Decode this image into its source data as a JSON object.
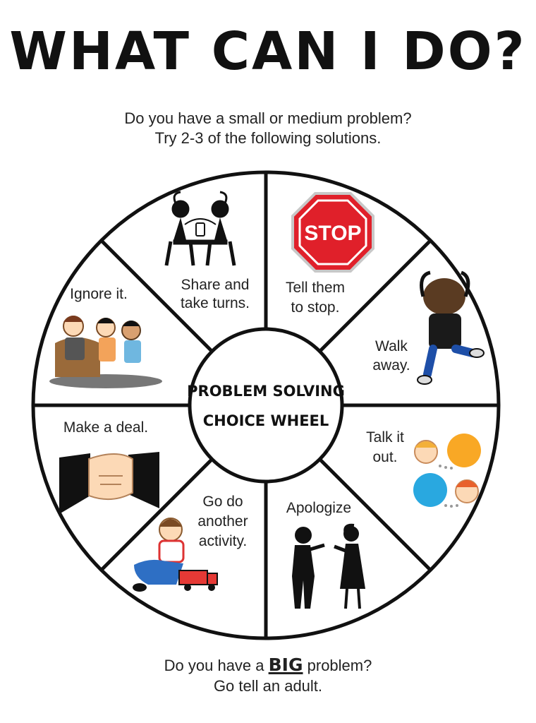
{
  "title": "WHAT CAN I DO?",
  "subtitle": [
    "Do you have a small or medium problem?",
    "Try 2-3 of the following solutions."
  ],
  "center": [
    "PROBLEM SOLVING",
    "CHOICE WHEEL"
  ],
  "segments": [
    {
      "lines": [
        "Share and",
        "take turns."
      ],
      "icon": "sharing-headphones-icon"
    },
    {
      "lines": [
        "Tell them",
        "to stop."
      ],
      "icon": "stop-sign-icon",
      "icon_text": "STOP"
    },
    {
      "lines": [
        "Walk",
        "away."
      ],
      "icon": "walking-away-child-icon"
    },
    {
      "lines": [
        "Talk it",
        "out."
      ],
      "icon": "speech-bubbles-icon"
    },
    {
      "lines": [
        "Apologize"
      ],
      "icon": "arguing-silhouettes-icon"
    },
    {
      "lines": [
        "Go do",
        "another",
        "activity."
      ],
      "icon": "child-playing-truck-icon"
    },
    {
      "lines": [
        "Make a deal."
      ],
      "icon": "handshake-icon"
    },
    {
      "lines": [
        "Ignore it."
      ],
      "icon": "ignoring-people-icon"
    }
  ],
  "footer": {
    "line1_pre": "Do you have a ",
    "line1_big": "BIG",
    "line1_post": " problem?",
    "line2": "Go tell an adult."
  },
  "colors": {
    "stop_red": "#e0202a",
    "bubble_orange": "#f9a825",
    "bubble_blue": "#29a8e0",
    "outline": "#111111"
  }
}
